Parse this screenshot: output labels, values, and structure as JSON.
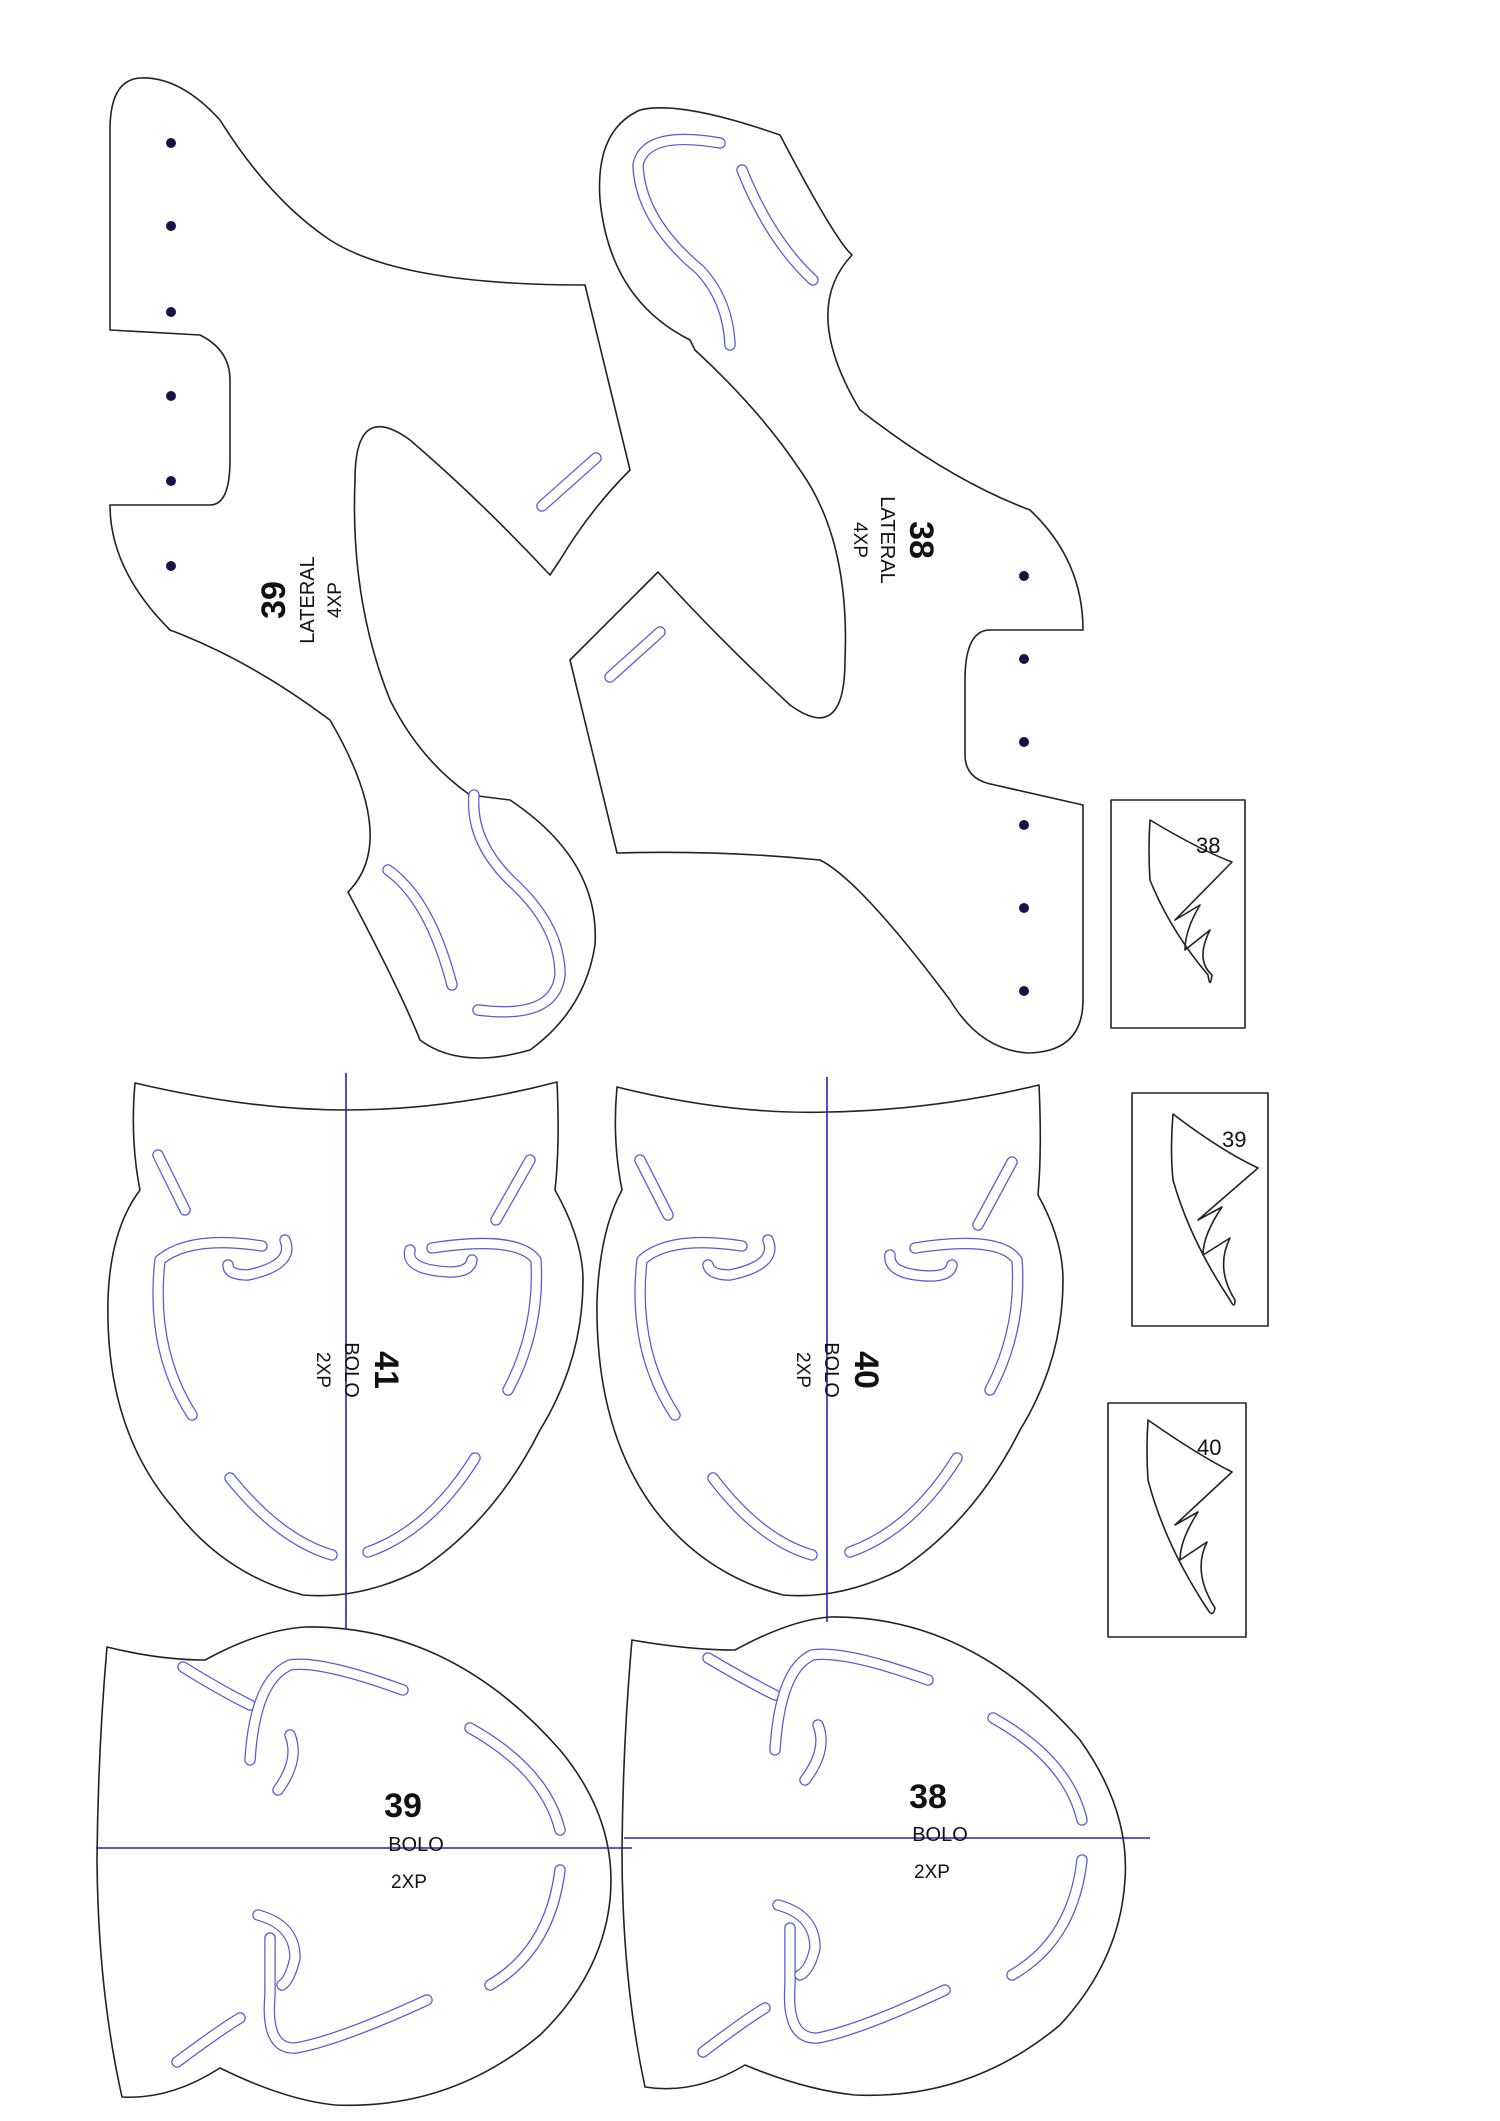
{
  "pieces": {
    "lateral_39": {
      "size": "39",
      "name": "LATERAL",
      "qty": "4XP"
    },
    "lateral_38": {
      "size": "38",
      "name": "LATERAL",
      "qty": "4XP"
    },
    "bolo_41": {
      "size": "41",
      "name": "BOLO",
      "qty": "2XP"
    },
    "bolo_40": {
      "size": "40",
      "name": "BOLO",
      "qty": "2XP"
    },
    "bolo_39": {
      "size": "39",
      "name": "BOLO",
      "qty": "2XP"
    },
    "bolo_38": {
      "size": "38",
      "name": "BOLO",
      "qty": "2XP"
    },
    "small_38": {
      "size": "38"
    },
    "small_39": {
      "size": "39"
    },
    "small_40": {
      "size": "40"
    }
  },
  "colors": {
    "outline": "#222222",
    "stitch": "#5a57d8",
    "axis": "#2323b8",
    "hole": "#141448"
  }
}
